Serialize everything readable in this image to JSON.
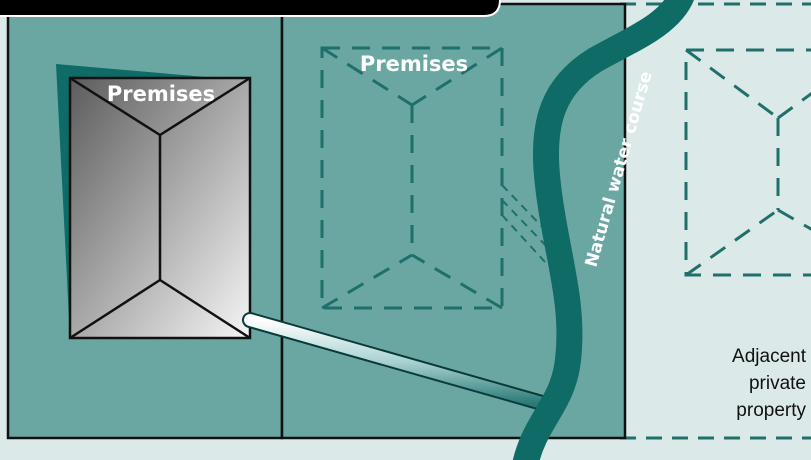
{
  "labels": {
    "premises_main": "Premises",
    "premises_dashed": "Premises",
    "water_course": "Natural water course",
    "adjacent_line1": "Adjacent",
    "adjacent_line2": "private",
    "adjacent_line3": "property"
  },
  "colors": {
    "background": "#dbe9e8",
    "property_fill": "#6aa7a3",
    "dark_teal": "#0f6b66",
    "outline": "#111111",
    "pipe": "#cfe6e6",
    "banner": "#000000"
  }
}
